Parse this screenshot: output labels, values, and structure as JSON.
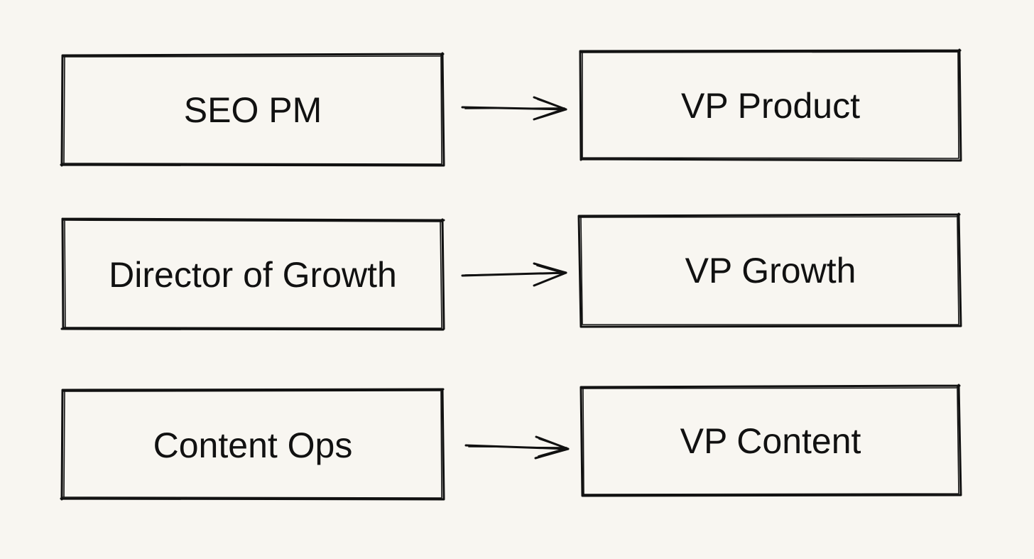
{
  "colors": {
    "background": "#f8f6f1",
    "stroke": "#111111"
  },
  "rows": [
    {
      "left": {
        "label": "SEO PM"
      },
      "right": {
        "label": "VP Product"
      }
    },
    {
      "left": {
        "label": "Director of Growth"
      },
      "right": {
        "label": "VP Growth"
      }
    },
    {
      "left": {
        "label": "Content Ops"
      },
      "right": {
        "label": "VP Content"
      }
    }
  ]
}
